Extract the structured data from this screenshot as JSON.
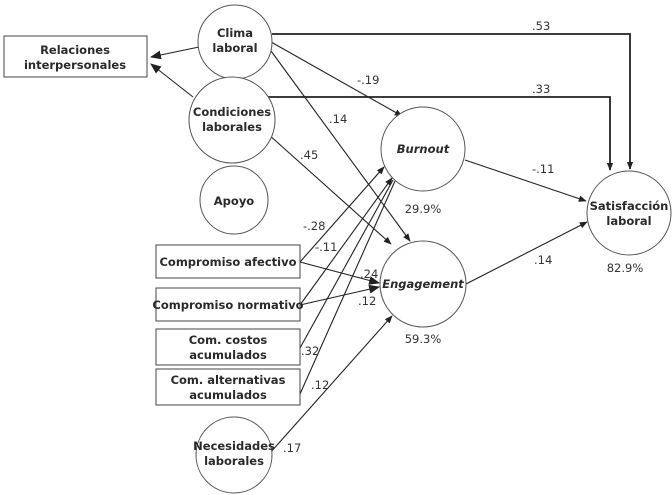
{
  "diagram": {
    "nodes": {
      "relaciones": {
        "line1": "Relaciones",
        "line2": "interpersonales"
      },
      "clima": {
        "line1": "Clima",
        "line2": "laboral"
      },
      "condiciones": {
        "line1": "Condiciones",
        "line2": "laborales"
      },
      "apoyo": {
        "line1": "Apoyo"
      },
      "comp_afectivo": {
        "line1": "Compromiso afectivo"
      },
      "comp_normativo": {
        "line1": "Compromiso normativo"
      },
      "com_costos": {
        "line1": "Com. costos",
        "line2": "acumulados"
      },
      "com_alternativas": {
        "line1": "Com. alternativas",
        "line2": "acumulados"
      },
      "necesidades": {
        "line1": "Necesidades",
        "line2": "laborales"
      },
      "burnout": {
        "line1": "Burnout",
        "r2": "29.9%"
      },
      "engagement": {
        "line1": "Engagement",
        "r2": "59.3%"
      },
      "satisfaccion": {
        "line1": "Satisfacción",
        "line2": "laboral",
        "r2": "82.9%"
      }
    },
    "coefficients": {
      "clima_satisfaccion": ".53",
      "condiciones_satisfaccion": ".33",
      "clima_burnout": "-.19",
      "clima_engagement": ".14",
      "condiciones_engagement": ".45",
      "burnout_satisfaccion": "-.11",
      "engagement_satisfaccion": ".14",
      "afectivo_burnout": "-.28",
      "normativo_burnout": "-.11",
      "afectivo_engagement": ".24",
      "normativo_engagement": ".12",
      "costos_burnout": ".32",
      "alternativas_burnout": ".12",
      "necesidades_engagement": ".17"
    }
  }
}
